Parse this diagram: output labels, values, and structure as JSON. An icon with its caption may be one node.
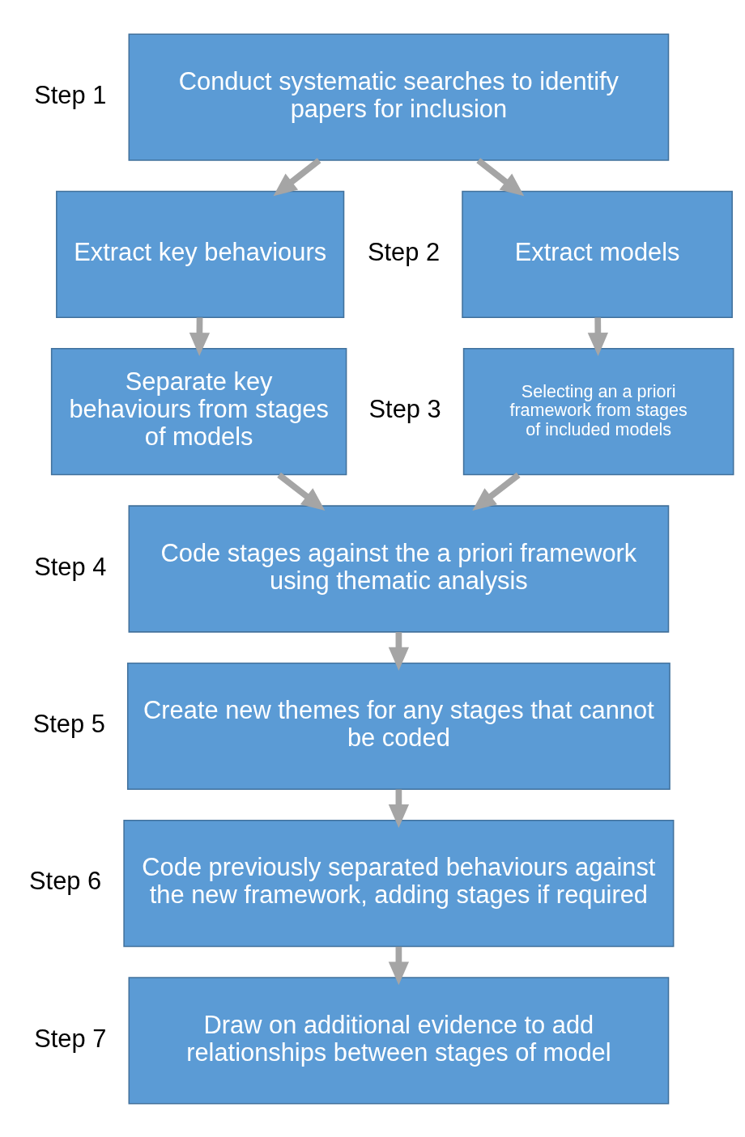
{
  "diagram": {
    "nodes": [
      {
        "text": [
          "Conduct systematic searches to identify papers for inclusion"
        ],
        "beside": [
          "Step 1"
        ]
      },
      {
        "text": [
          "Extract models"
        ],
        "beside": [
          "Step 2"
        ]
      },
      {
        "text": [
          "Extract key behaviours"
        ]
      },
      {
        "text": [
          "Selecting an a priori framework from stages of included models"
        ],
        "beside": [
          "Step 3"
        ]
      },
      {
        "text": [
          "Separate key behaviours from stages of models"
        ]
      },
      {
        "text": [
          "Code stages against the a priori framework using thematic analysis"
        ],
        "beside": [
          "Step 4"
        ]
      },
      {
        "text": [
          "Create new themes for any stages that cannot be coded"
        ],
        "beside": [
          "Step 5"
        ]
      },
      {
        "text": [
          "Code previously separated behaviours against the new framework, adding stages if required"
        ],
        "beside": [
          "Step 6"
        ]
      },
      {
        "text": [
          "Draw on additional evidence to add relationships between stages of model"
        ],
        "beside": [
          "Step 7"
        ]
      }
    ],
    "edges": [
      {
        "from": 0,
        "to": 1,
        "arrow": "to"
      },
      {
        "from": 0,
        "to": 2,
        "arrow": "to"
      },
      {
        "from": 1,
        "to": 3,
        "arrow": "to"
      },
      {
        "from": 2,
        "to": 4,
        "arrow": "to"
      },
      {
        "from": 3,
        "to": 5,
        "arrow": "to"
      },
      {
        "from": 4,
        "to": 5,
        "arrow": "to"
      },
      {
        "from": 5,
        "to": 6,
        "arrow": "to"
      },
      {
        "from": 6,
        "to": 7,
        "arrow": "to"
      },
      {
        "from": 7,
        "to": 8,
        "arrow": "to"
      }
    ]
  }
}
